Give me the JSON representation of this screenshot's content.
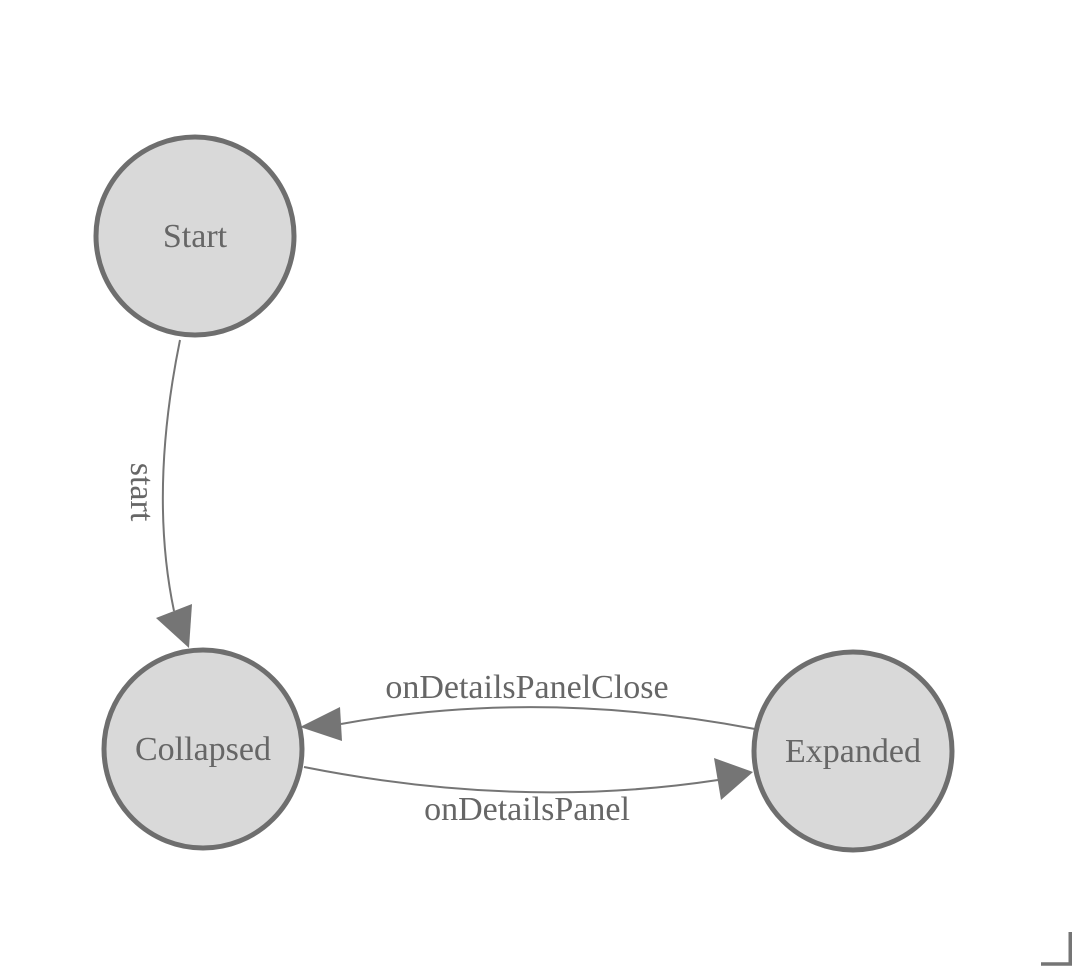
{
  "diagram": {
    "kind": "state-machine",
    "nodes": [
      {
        "id": "start",
        "label": "Start"
      },
      {
        "id": "collapsed",
        "label": "Collapsed"
      },
      {
        "id": "expanded",
        "label": "Expanded"
      }
    ],
    "edges": [
      {
        "from": "Start",
        "to": "Collapsed",
        "label": "start"
      },
      {
        "from": "Expanded",
        "to": "Collapsed",
        "label": "onDetailsPanelClose"
      },
      {
        "from": "Collapsed",
        "to": "Expanded",
        "label": "onDetailsPanel"
      }
    ],
    "colors": {
      "node_fill": "#d9d9d9",
      "node_stroke": "#6e6e6e",
      "edge_stroke": "#757575",
      "label_text": "#666666",
      "background": "#ffffff"
    }
  }
}
